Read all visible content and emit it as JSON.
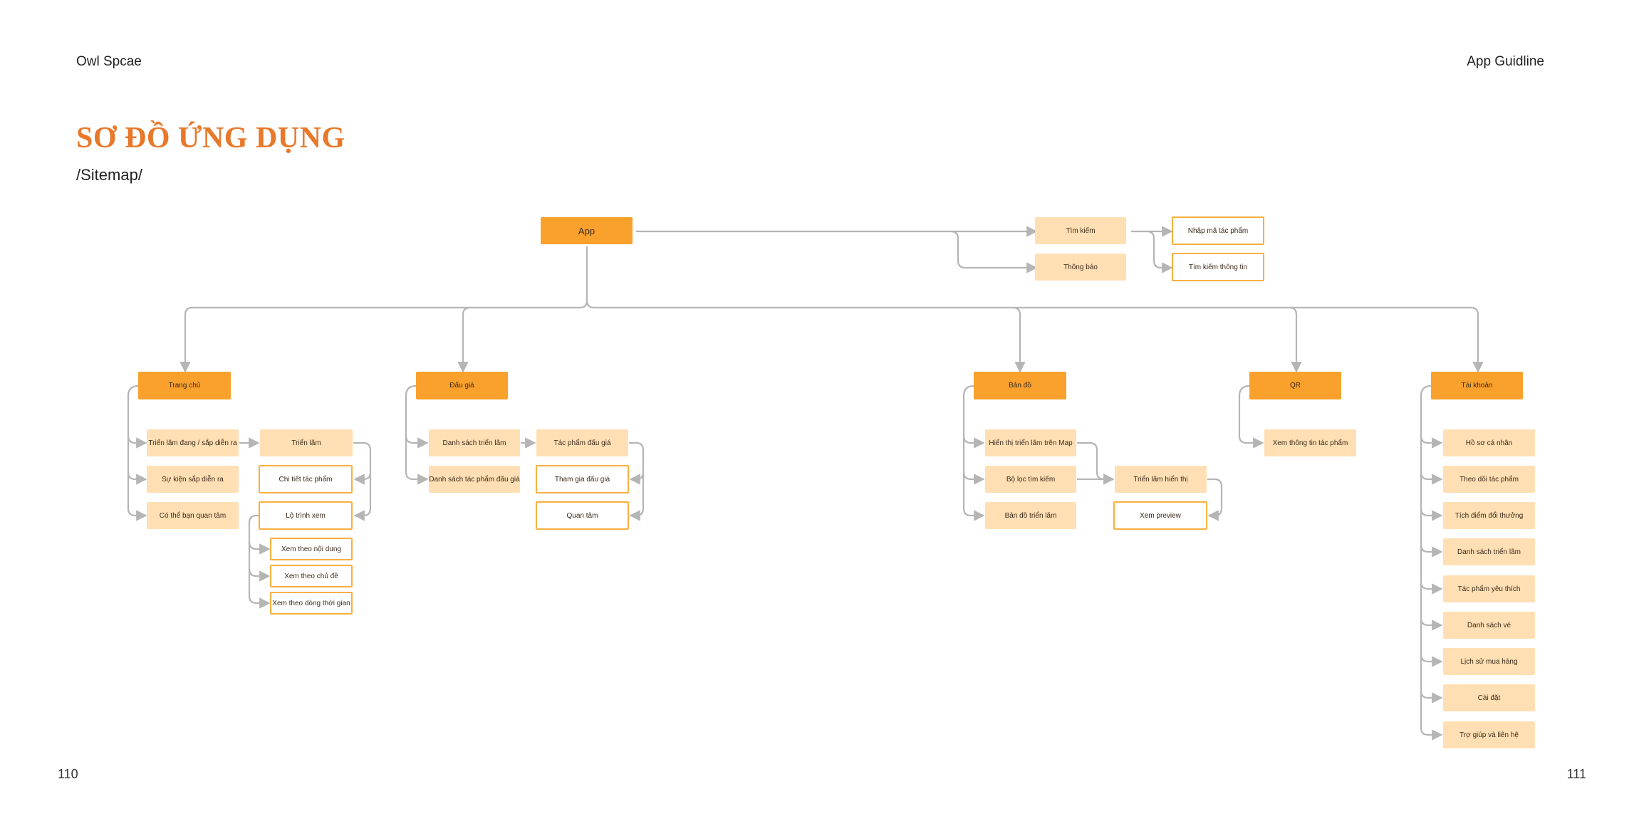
{
  "header": {
    "left": "Owl Spcae",
    "right": "App Guidline"
  },
  "title": "SƠ ĐỒ ỨNG DỤNG",
  "subtitle": "/Sitemap/",
  "pages": {
    "left": "110",
    "right": "111"
  },
  "nodes": {
    "app": "App",
    "tim_kiem": "Tìm kiếm",
    "thong_bao": "Thông báo",
    "nhap_ma": "Nhập mã tác phẩm",
    "tim_kiem_thong_tin": "Tìm kiếm thông tin",
    "trang_chu": "Trang chủ",
    "dau_gia": "Đấu giá",
    "ban_do": "Bản đồ",
    "qr": "QR",
    "tai_khoan": "Tài khoản",
    "tc_trien_lam_dang": "Triển lãm đang / sắp diễn ra",
    "tc_su_kien": "Sự kiện sắp diễn ra",
    "tc_co_the": "Có thể bạn quan tâm",
    "tc_trien_lam": "Triển lãm",
    "tc_chi_tiet": "Chi tiết tác phẩm",
    "tc_lo_trinh": "Lộ trình xem",
    "tc_noi_dung": "Xem theo nội dung",
    "tc_chu_de": "Xem theo chủ đề",
    "tc_dong_thoi_gian": "Xem theo dòng thời gian",
    "dg_ds_trien_lam": "Danh sách triển lãm",
    "dg_ds_tac_pham": "Danh sách tác phẩm đấu giá",
    "dg_tac_pham": "Tác phẩm đấu giá",
    "dg_tham_gia": "Tham gia đấu giá",
    "dg_quan_tam": "Quan tâm",
    "bd_hien_thi": "Hiển thị triển lãm trên Map",
    "bd_bo_loc": "Bộ lọc tìm kiếm",
    "bd_ban_do": "Bản đồ triển lãm",
    "bd_tl_hien_thi": "Triển lãm hiển thị",
    "bd_preview": "Xem preview",
    "qr_xem": "Xem thông tin tác phẩm",
    "tk_ho_so": "Hồ sơ cá nhân",
    "tk_theo_doi": "Theo dõi tác phẩm",
    "tk_tich_diem": "Tích điểm đổi thưởng",
    "tk_ds_trien_lam": "Danh sách triển lãm",
    "tk_yeu_thich": "Tác phẩm yêu thích",
    "tk_ds_ve": "Danh sách vé",
    "tk_lich_su": "Lịch sử mua hàng",
    "tk_cai_dat": "Cài đặt",
    "tk_tro_giup": "Trợ giúp và liên hệ"
  },
  "colors": {
    "primary": "#f9a12c",
    "secondary": "#ffdfb3",
    "outline": "#f9b040",
    "title": "#e8782a",
    "connector": "#b5b5b5"
  }
}
